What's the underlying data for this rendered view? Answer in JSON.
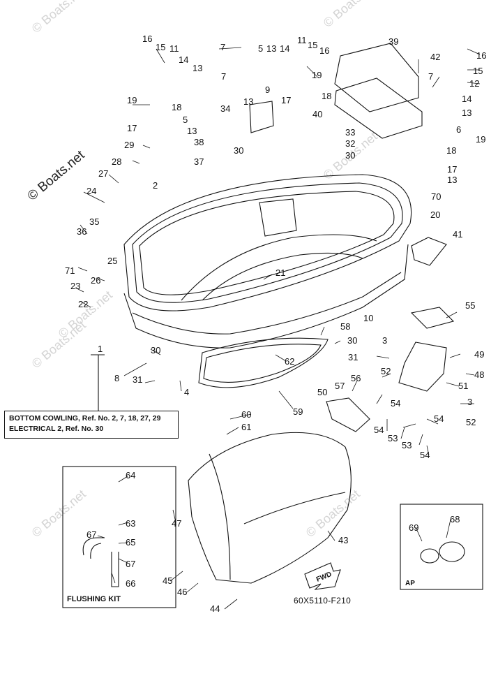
{
  "watermark": {
    "brand": "© Boats.net",
    "brand_short": "Boats.net"
  },
  "note": {
    "line1": "BOTTOM COWLING, Ref. No. 2, 7, 18, 27, 29",
    "line2": "ELECTRICAL 2,   Ref. No. 30"
  },
  "flushing_kit": {
    "title": "FLUSHING KIT"
  },
  "ap_inset": {
    "label": "AP"
  },
  "figure_code": "60X5110-F210",
  "fwd_label": "FWD",
  "callouts": [
    {
      "id": "c16a",
      "text": "16"
    },
    {
      "id": "c15a",
      "text": "15"
    },
    {
      "id": "c11a",
      "text": "11"
    },
    {
      "id": "c14a",
      "text": "14"
    },
    {
      "id": "c13a",
      "text": "13"
    },
    {
      "id": "c7a",
      "text": "7"
    },
    {
      "id": "c19a",
      "text": "19"
    },
    {
      "id": "c18a",
      "text": "18"
    },
    {
      "id": "c5a",
      "text": "5"
    },
    {
      "id": "c17a",
      "text": "17"
    },
    {
      "id": "c13b",
      "text": "13"
    },
    {
      "id": "c38",
      "text": "38"
    },
    {
      "id": "c34",
      "text": "34"
    },
    {
      "id": "c29",
      "text": "29"
    },
    {
      "id": "c30a",
      "text": "30"
    },
    {
      "id": "c37",
      "text": "37"
    },
    {
      "id": "c28",
      "text": "28"
    },
    {
      "id": "c27",
      "text": "27"
    },
    {
      "id": "c2",
      "text": "2"
    },
    {
      "id": "c24",
      "text": "24"
    },
    {
      "id": "c35",
      "text": "35"
    },
    {
      "id": "c36",
      "text": "36"
    },
    {
      "id": "c25",
      "text": "25"
    },
    {
      "id": "c71",
      "text": "71"
    },
    {
      "id": "c26",
      "text": "26"
    },
    {
      "id": "c23",
      "text": "23"
    },
    {
      "id": "c22",
      "text": "22"
    },
    {
      "id": "c1",
      "text": "1"
    },
    {
      "id": "c30b",
      "text": "30"
    },
    {
      "id": "c8",
      "text": "8"
    },
    {
      "id": "c31a",
      "text": "31"
    },
    {
      "id": "c4",
      "text": "4"
    },
    {
      "id": "c7b",
      "text": "7"
    },
    {
      "id": "c5b",
      "text": "5"
    },
    {
      "id": "c13c",
      "text": "13"
    },
    {
      "id": "c14b",
      "text": "14"
    },
    {
      "id": "c11b",
      "text": "11"
    },
    {
      "id": "c15b",
      "text": "15"
    },
    {
      "id": "c16b",
      "text": "16"
    },
    {
      "id": "c19b",
      "text": "19"
    },
    {
      "id": "c9",
      "text": "9"
    },
    {
      "id": "c13d",
      "text": "13"
    },
    {
      "id": "c17b",
      "text": "17"
    },
    {
      "id": "c18b",
      "text": "18"
    },
    {
      "id": "c39",
      "text": "39"
    },
    {
      "id": "c42",
      "text": "42"
    },
    {
      "id": "c40",
      "text": "40"
    },
    {
      "id": "c33",
      "text": "33"
    },
    {
      "id": "c32",
      "text": "32"
    },
    {
      "id": "c30c",
      "text": "30"
    },
    {
      "id": "c7c",
      "text": "7"
    },
    {
      "id": "c16c",
      "text": "16"
    },
    {
      "id": "c15c",
      "text": "15"
    },
    {
      "id": "c12",
      "text": "12"
    },
    {
      "id": "c14c",
      "text": "14"
    },
    {
      "id": "c13e",
      "text": "13"
    },
    {
      "id": "c6",
      "text": "6"
    },
    {
      "id": "c19c",
      "text": "19"
    },
    {
      "id": "c18c",
      "text": "18"
    },
    {
      "id": "c17c",
      "text": "17"
    },
    {
      "id": "c13f",
      "text": "13"
    },
    {
      "id": "c70",
      "text": "70"
    },
    {
      "id": "c20",
      "text": "20"
    },
    {
      "id": "c41",
      "text": "41"
    },
    {
      "id": "c21",
      "text": "21"
    },
    {
      "id": "c55",
      "text": "55"
    },
    {
      "id": "c10",
      "text": "10"
    },
    {
      "id": "c58",
      "text": "58"
    },
    {
      "id": "c30d",
      "text": "30"
    },
    {
      "id": "c49",
      "text": "49"
    },
    {
      "id": "c3a",
      "text": "3"
    },
    {
      "id": "c62",
      "text": "62"
    },
    {
      "id": "c31b",
      "text": "31"
    },
    {
      "id": "c48",
      "text": "48"
    },
    {
      "id": "c52a",
      "text": "52"
    },
    {
      "id": "c51",
      "text": "51"
    },
    {
      "id": "c56",
      "text": "56"
    },
    {
      "id": "c57",
      "text": "57"
    },
    {
      "id": "c50",
      "text": "50"
    },
    {
      "id": "c3b",
      "text": "3"
    },
    {
      "id": "c54a",
      "text": "54"
    },
    {
      "id": "c54b",
      "text": "54"
    },
    {
      "id": "c54c",
      "text": "54"
    },
    {
      "id": "c52b",
      "text": "52"
    },
    {
      "id": "c53a",
      "text": "53"
    },
    {
      "id": "c53b",
      "text": "53"
    },
    {
      "id": "c54d",
      "text": "54"
    },
    {
      "id": "c59",
      "text": "59"
    },
    {
      "id": "c60",
      "text": "60"
    },
    {
      "id": "c61",
      "text": "61"
    },
    {
      "id": "c64",
      "text": "64"
    },
    {
      "id": "c47",
      "text": "47"
    },
    {
      "id": "c63",
      "text": "63"
    },
    {
      "id": "c67a",
      "text": "67"
    },
    {
      "id": "c65",
      "text": "65"
    },
    {
      "id": "c67b",
      "text": "67"
    },
    {
      "id": "c66",
      "text": "66"
    },
    {
      "id": "c43",
      "text": "43"
    },
    {
      "id": "c69",
      "text": "69"
    },
    {
      "id": "c68",
      "text": "68"
    },
    {
      "id": "c45",
      "text": "45"
    },
    {
      "id": "c46",
      "text": "46"
    },
    {
      "id": "c44",
      "text": "44"
    }
  ]
}
